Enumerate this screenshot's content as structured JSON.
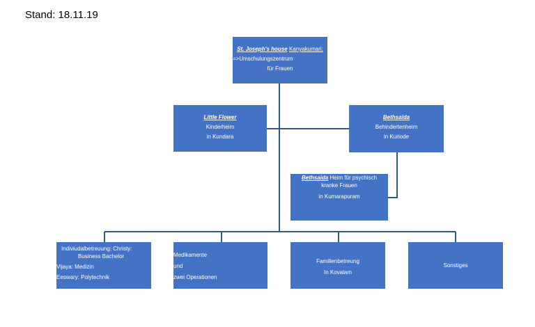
{
  "header": {
    "stand": "Stand: 18.11.19"
  },
  "root": {
    "title": "St. Joseph's house",
    "place": "Kanyakumari:",
    "line2": "=>Umschulungszentrum",
    "line3": "für Frauen"
  },
  "little_flower": {
    "title": "Little Flower",
    "line2": "Kinderheim",
    "line3": "in Kundara"
  },
  "bethsaida1": {
    "title": "Bethsaida",
    "line2": "Behindertenheim",
    "line3": "in Kuriode"
  },
  "bethsaida2": {
    "title": "Bethsaida",
    "suffix": "  Heim für psychisch",
    "line2": "kranke Frauen",
    "line3": "in Kumarapuram"
  },
  "box_individual": {
    "line1": "Indiviudalbetreuung:  Christy:",
    "line2": "Business Bachelor",
    "line3": "Vijaya:    Medizin",
    "line4": "Eeswary: Polytechnik"
  },
  "box_medikamente": {
    "line1": "Medikamente",
    "line2": "und",
    "line3": "zwei Operationen"
  },
  "box_familie": {
    "line1": "Familienbetreung",
    "line2": "In Kovalam"
  },
  "box_sonstiges": {
    "line1": "Sonstiges"
  },
  "colors": {
    "box": "#4472c4",
    "line": "#2f5597"
  }
}
